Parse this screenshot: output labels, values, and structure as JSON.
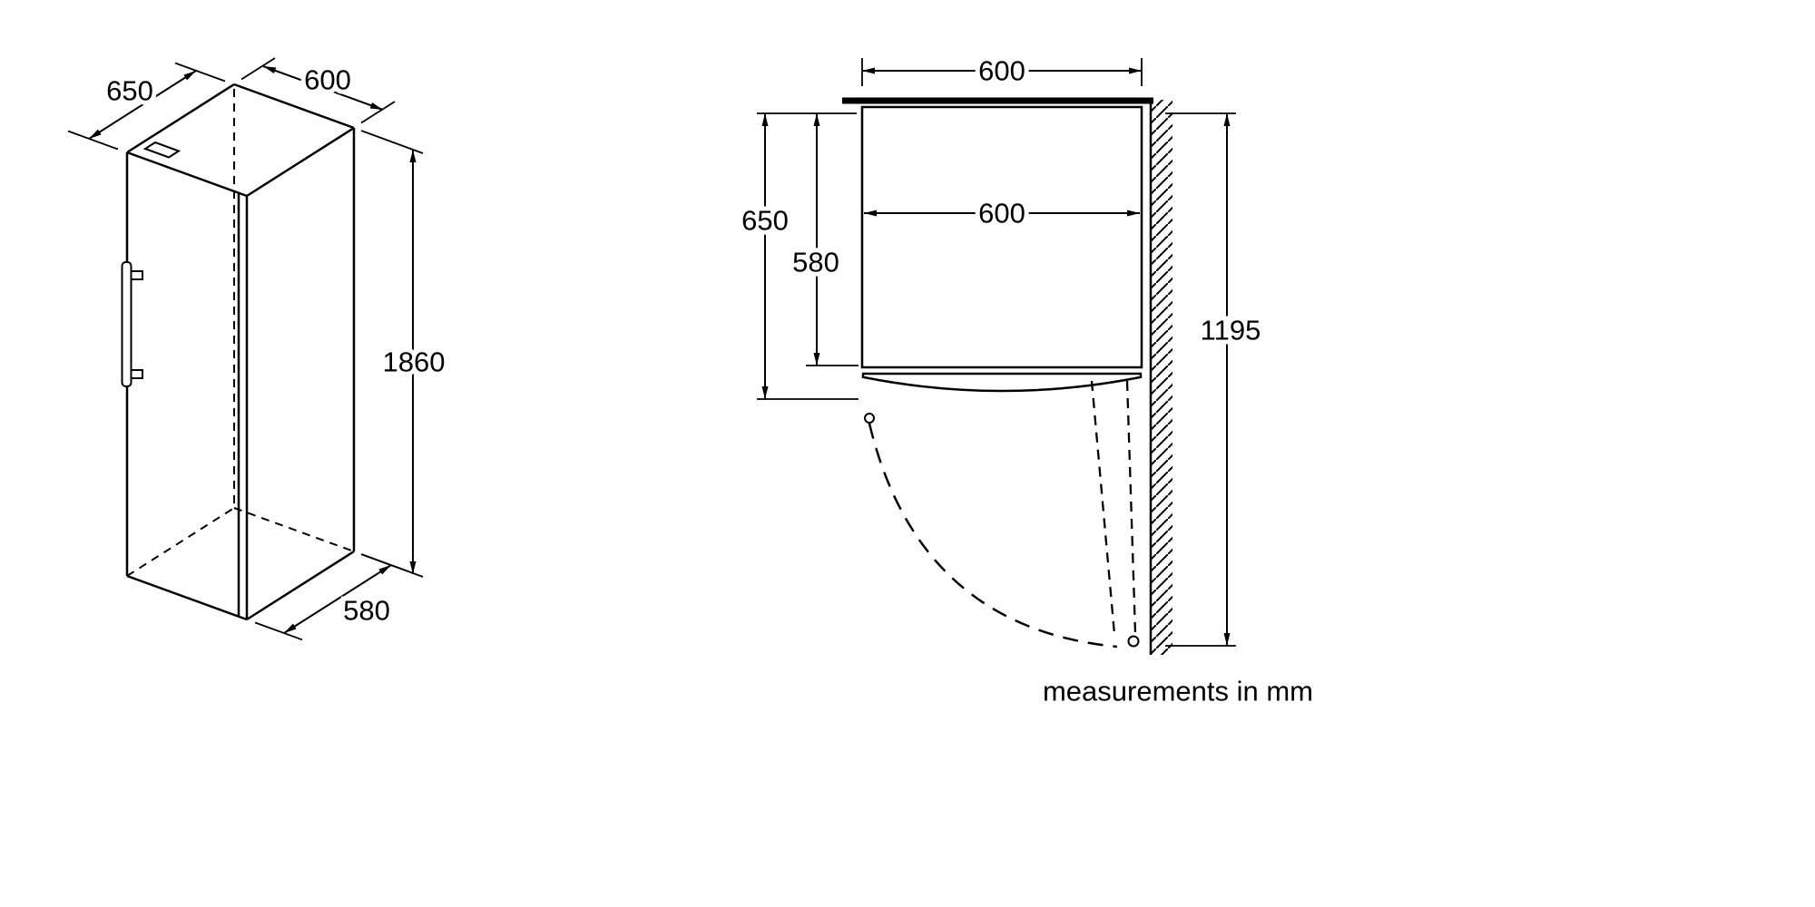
{
  "colors": {
    "line": "#000000",
    "background": "#ffffff"
  },
  "footer": {
    "note": "measurements in mm"
  },
  "isometric_view": {
    "depth_top": "650",
    "width_top": "600",
    "height": "1860",
    "depth_bottom": "580"
  },
  "plan_view": {
    "width_top": "600",
    "depth_total": "650",
    "depth_body": "580",
    "width_inner": "600",
    "door_clearance": "1195"
  }
}
